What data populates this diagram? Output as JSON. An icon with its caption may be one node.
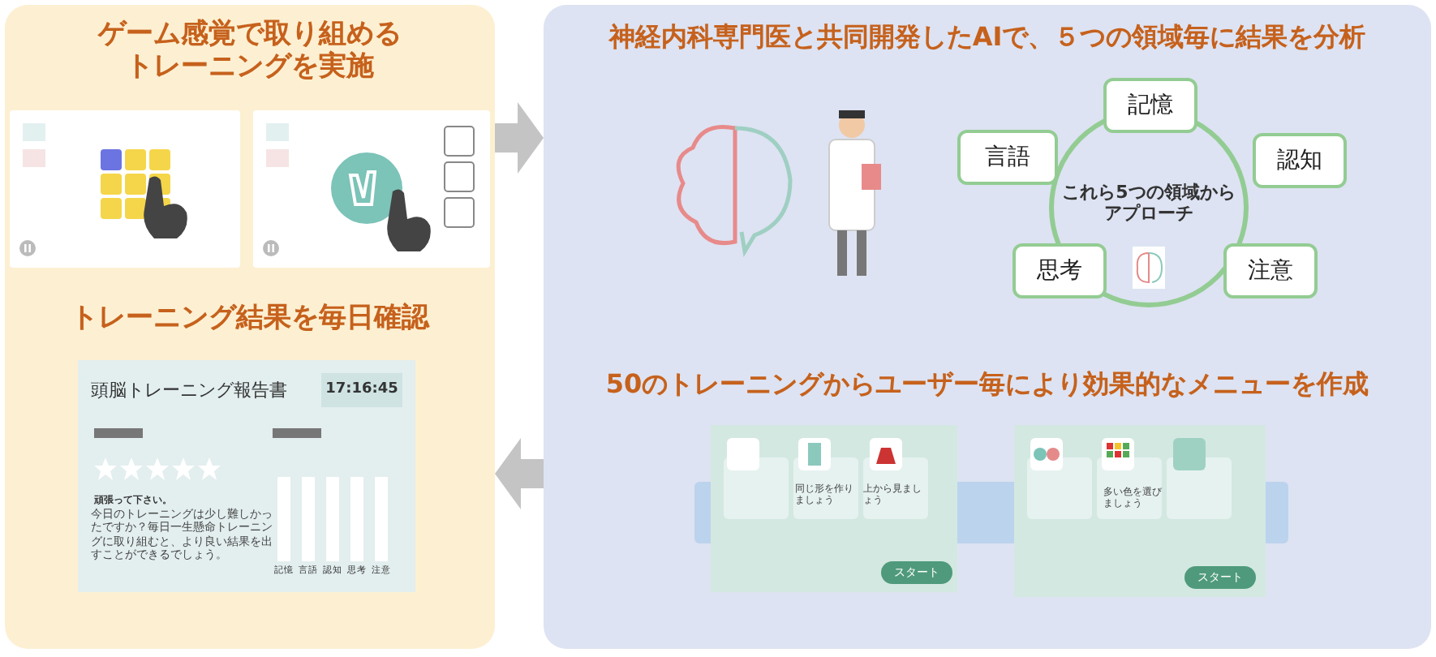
{
  "diagram": {
    "nodes": [
      {
        "text": [
          "ゲーム感覚で取り組めるトレーニングを実施",
          "トレーニング結果を毎日確認"
        ]
      },
      {
        "text": [],
        "shape": "picture",
        "in": 0
      },
      {
        "text": [],
        "shape": "picture",
        "in": 0
      },
      {
        "text": [
          "頭脳トレーニング報告書",
          "17:16:45",
          "頑張って下さい。",
          "今日のトレーニングは少し難しかったですか？毎日一生懸命トレーニングに取り組むと、より良い結果を出すことができるでしょう。",
          "記憶",
          "言語",
          "認知",
          "思考",
          "注意"
        ],
        "in": 0
      },
      {
        "text": [
          "神経内科専門医と共同開発したAIで、５つの領域毎に結果を分析",
          "50のトレーニングからユーザー毎により効果的なメニューを作成"
        ]
      },
      {
        "text": [
          "これら5つの領域からアプローチ"
        ],
        "in": 4
      },
      {
        "text": [
          "記憶"
        ],
        "in": 4
      },
      {
        "text": [
          "言語"
        ],
        "in": 4
      },
      {
        "text": [
          "認知"
        ],
        "in": 4
      },
      {
        "text": [
          "思考"
        ],
        "in": 4
      },
      {
        "text": [
          "注意"
        ],
        "in": 4
      },
      {
        "text": [
          "同じ形を作りましょう",
          "上から見ましょう",
          "スタート"
        ],
        "in": 4
      },
      {
        "text": [
          "多い色を選びましょう",
          "スタート"
        ],
        "in": 4
      }
    ],
    "edges": [
      {
        "from": 0,
        "to": 4,
        "arrow": "to"
      },
      {
        "from": 4,
        "to": 0,
        "arrow": "to"
      }
    ]
  }
}
